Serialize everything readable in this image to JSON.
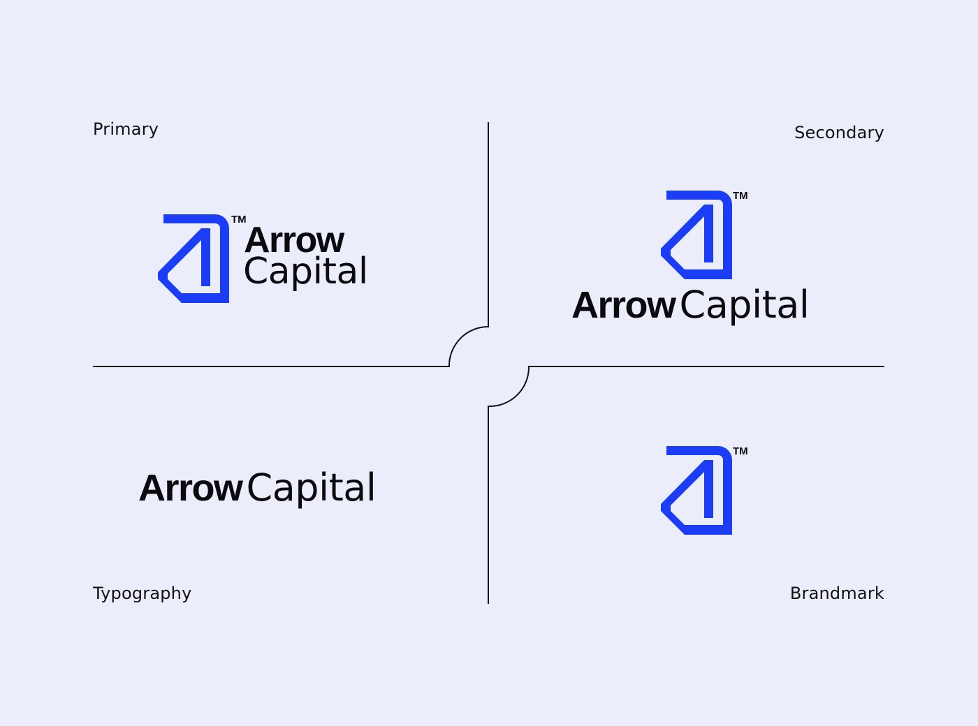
{
  "colors": {
    "background": "#ebedfa",
    "brand_blue": "#1a3df5",
    "ink": "#0a0a0f",
    "divider": "#111111"
  },
  "sections": {
    "primary": {
      "label": "Primary",
      "wordmark_line1": "Arrow",
      "wordmark_line2": "Capital",
      "trademark": "TM",
      "icon": "arrow-capital-brandmark-icon"
    },
    "secondary": {
      "label": "Secondary",
      "wordmark_bold": "Arrow",
      "wordmark_regular": "Capital",
      "trademark": "TM",
      "icon": "arrow-capital-brandmark-icon"
    },
    "typography": {
      "label": "Typography",
      "wordmark_bold": "Arrow",
      "wordmark_regular": "Capital"
    },
    "brandmark": {
      "label": "Brandmark",
      "trademark": "TM",
      "icon": "arrow-capital-brandmark-icon"
    }
  }
}
